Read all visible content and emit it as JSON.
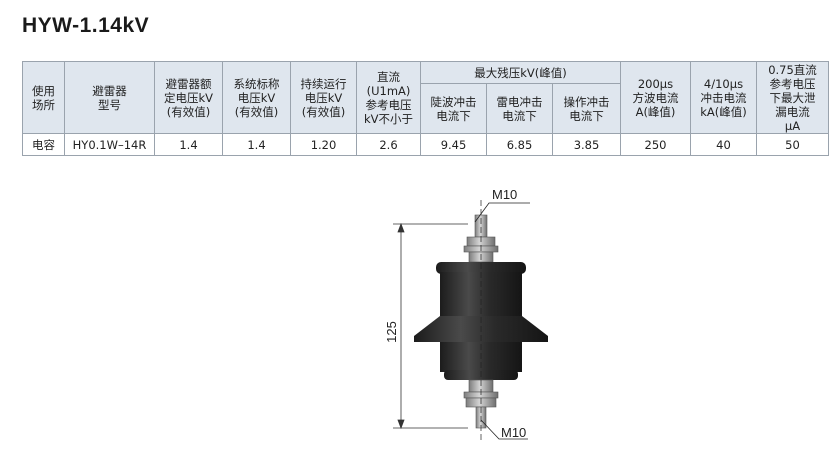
{
  "title": "HYW-1.14kV",
  "table": {
    "headers": {
      "use_site": "使用\n场所",
      "model": "避雷器\n型号",
      "rated_voltage": "避雷器额\n定电压kV\n(有效值)",
      "system_voltage": "系统标称\n电压kV\n(有效值)",
      "continuous_voltage": "持续运行\n电压kV\n(有效值)",
      "dc_ref_voltage": "直流\n(U1mA)\n参考电压\nkV不小于",
      "residual_group": "最大残压kV(峰值)",
      "steep_wave": "陡波冲击\n电流下",
      "lightning": "雷电冲击\n电流下",
      "switching": "操作冲击\n电流下",
      "square_wave": "200μs\n方波电流\nA(峰值)",
      "impulse_current": "4/10μs\n冲击电流\nkA(峰值)",
      "leakage": "0.75直流\n参考电压\n下最大泄\n漏电流\nμA"
    },
    "row": {
      "use_site": "电容",
      "model": "HY0.1W–14R",
      "rated_voltage": "1.4",
      "system_voltage": "1.4",
      "continuous_voltage": "1.20",
      "dc_ref_voltage": "2.6",
      "steep_wave": "9.45",
      "lightning": "6.85",
      "switching": "3.85",
      "square_wave": "250",
      "impulse_current": "40",
      "leakage": "50"
    }
  },
  "drawing": {
    "top_thread": "M10",
    "bottom_thread": "M10",
    "height_dimension": "125"
  },
  "colors": {
    "header_bg": "#dfe6ee",
    "border": "#9aa3ad",
    "body_dark": "#2b2b2b",
    "hardware": "#9a9a9a"
  }
}
